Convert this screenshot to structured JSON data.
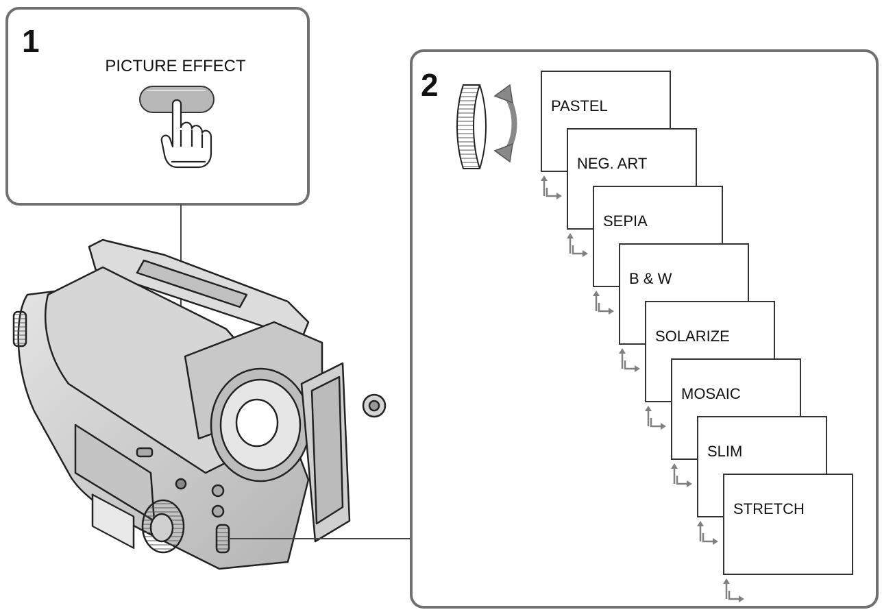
{
  "step1": {
    "number": "1",
    "button_label": "PICTURE EFFECT"
  },
  "step2": {
    "number": "2",
    "effects": [
      "PASTEL",
      "NEG. ART",
      "SEPIA",
      "B & W",
      "SOLARIZE",
      "MOSAIC",
      "SLIM",
      "STRETCH"
    ]
  },
  "colors": {
    "frame": "#707070",
    "line": "#333333",
    "button": "#b8b8b8",
    "camera": "#cfcfcf",
    "arrow": "#808080"
  }
}
